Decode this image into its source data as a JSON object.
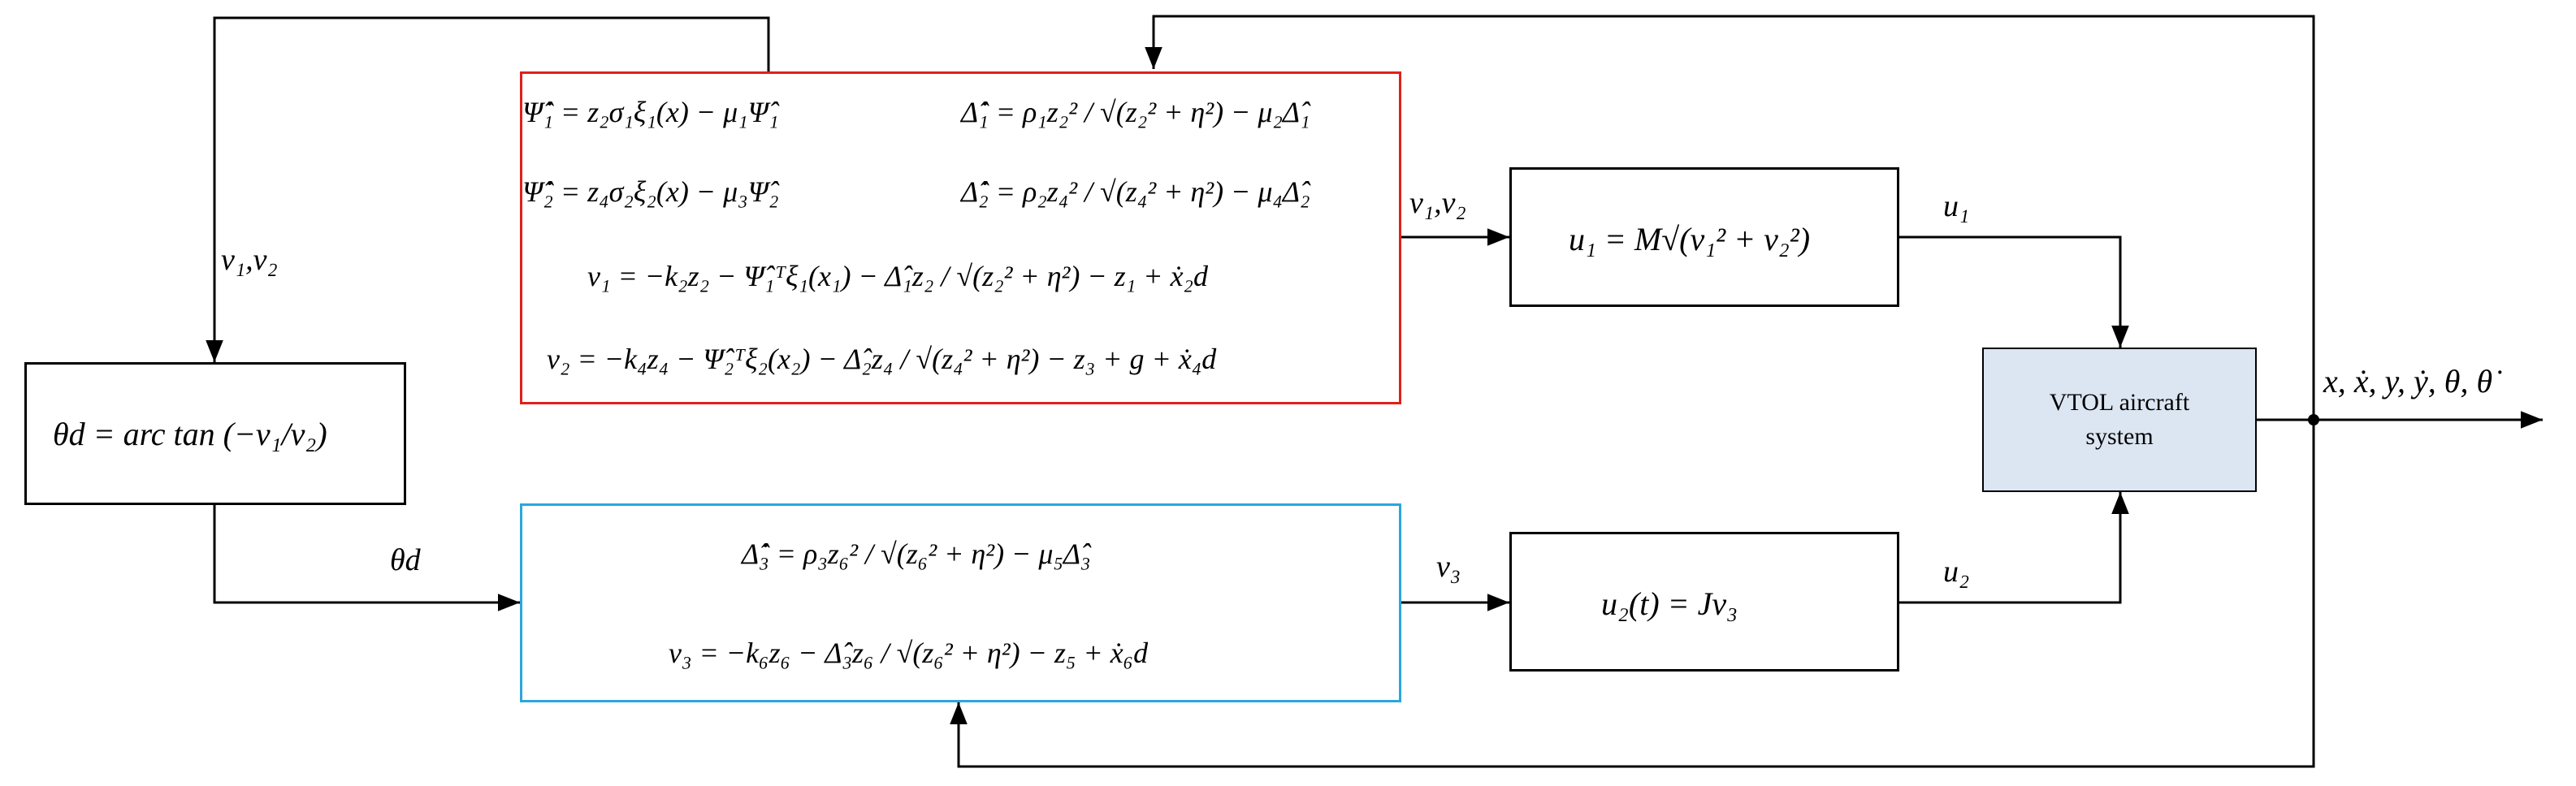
{
  "blocks": {
    "red_eq1": "Ψ̂̇₁ = z₂σ₁ξ₁(x) − μ₁Ψ̂₁",
    "red_eq2": "Δ̂̇₁ = ρ₁z₂² / √(z₂² + η²) − μ₂Δ̂₁",
    "red_eq3": "Ψ̂̇₂ = z₄σ₂ξ₂(x) − μ₃Ψ̂₂",
    "red_eq4": "Δ̂̇₂ = ρ₂z₄² / √(z₄² + η²) − μ₄Δ̂₂",
    "red_eq5": "ν₁ = −k₂z₂ − Ψ̂₁ᵀξ₁(x₁) − Δ̂₁z₂ / √(z₂² + η²) − z₁ + ẋ₂d",
    "red_eq6": "ν₂ = −k₄z₄ − Ψ̂₂ᵀξ₂(x₂) − Δ̂₂z₄ / √(z₄² + η²) − z₃ + g + ẋ₄d",
    "blue_eq1": "Δ̂̇₃ = ρ₃z₆² / √(z₆² + η²) − μ₅Δ̂₃",
    "blue_eq2": "ν₃ = −k₆z₆ − Δ̂₃z₆ / √(z₆² + η²) − z₅ + ẋ₆d",
    "theta_eq": "θd = arc tan (−ν₁/ν₂)",
    "u1_eq": "u₁ = M√(ν₁² + ν₂²)",
    "u2_eq": "u₂(t) = Jν₃",
    "system_label": "VTOL aircraft system"
  },
  "signals": {
    "nu12_left": "ν₁,ν₂",
    "nu12_right": "ν₁,ν₂",
    "theta_d": "θd",
    "nu3": "ν₃",
    "u1": "u₁",
    "u2": "u₂",
    "output": "x, ẋ, y, ẏ, θ, θ̇"
  },
  "colors": {
    "red_border": "#e0201b",
    "blue_border": "#2aa7dc",
    "system_fill": "#dce6f2",
    "line": "#000000"
  }
}
